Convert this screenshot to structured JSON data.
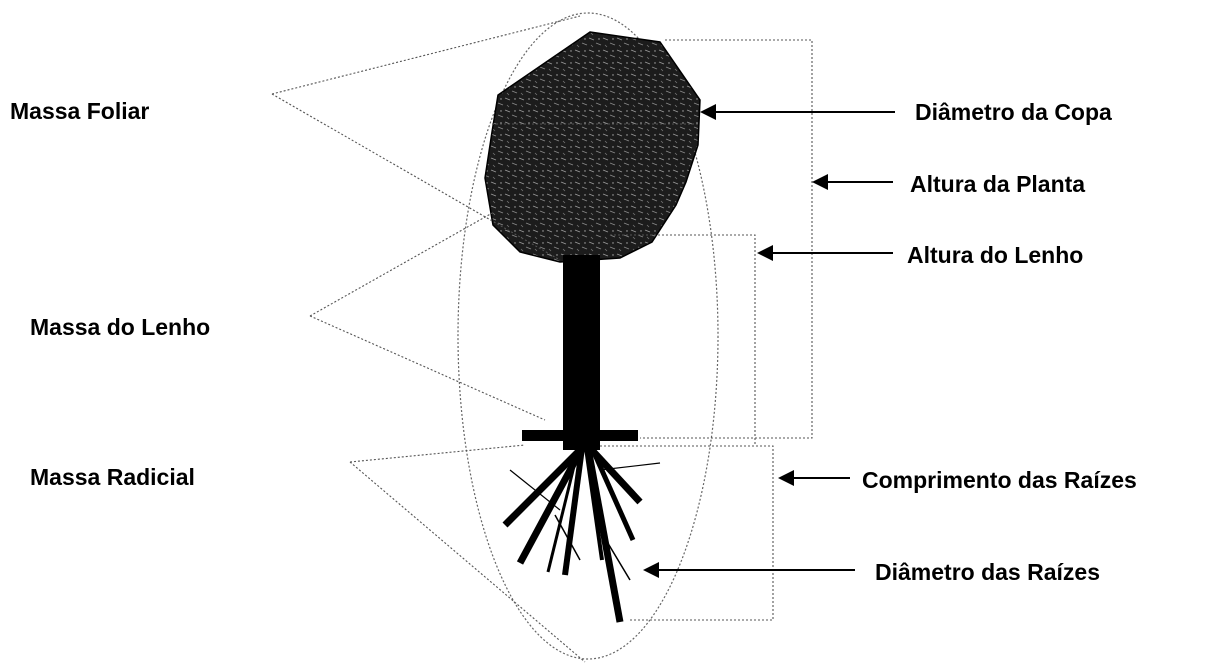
{
  "labels": {
    "leaf_mass": "Massa Foliar",
    "wood_mass": "Massa do Lenho",
    "root_mass": "Massa Radicial",
    "crown_diameter": "Diâmetro da Copa",
    "plant_height": "Altura da Planta",
    "wood_height": "Altura do Lenho",
    "root_length": "Comprimento das Raízes",
    "root_diameter": "Diâmetro das Raízes"
  },
  "colors": {
    "ink": "#000000",
    "foliage": "#1c1c1c",
    "foliage_speckle": "#9a9a9a",
    "trunk": "#000000",
    "guide_line": "#555555"
  }
}
